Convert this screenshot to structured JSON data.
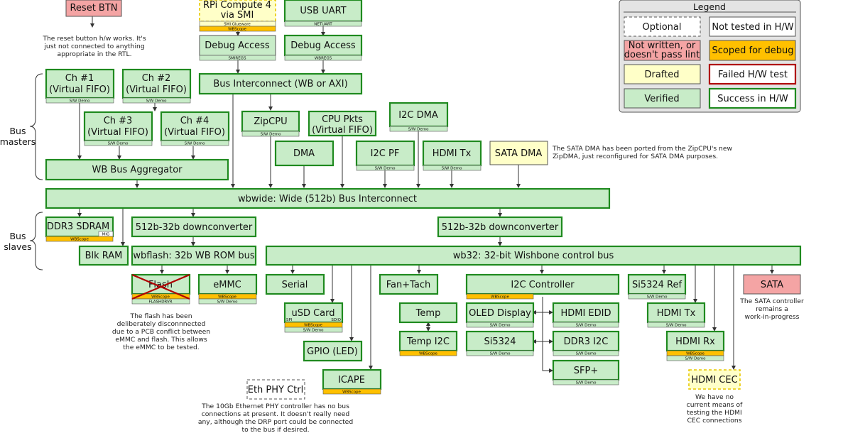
{
  "colors": {
    "verified_fill": "#c8ecc8",
    "verified_stroke": "#1f8a1f",
    "drafted_fill": "#ffffc8",
    "scoped_fill": "#ffc000",
    "notwritten_fill": "#f4a4a4",
    "failed_stroke": "#b00000",
    "legend_bg": "#e4e4e4"
  },
  "legend": {
    "title": "Legend",
    "optional": "Optional",
    "not_tested": "Not tested in H/W",
    "not_written_1": "Not written, or",
    "not_written_2": "doesn't pass lint",
    "scoped": "Scoped for debug",
    "drafted": "Drafted",
    "failed": "Failed H/W test",
    "verified": "Verified",
    "success": "Success in H/W"
  },
  "side_labels": {
    "bus": "Bus",
    "masters": "masters",
    "slaves": "slaves"
  },
  "tags": {
    "sw_demo": "S/W Demo",
    "wbscope": "WBScope",
    "smi_glueware": "SMI Glueware",
    "netuart": "NETUART",
    "smiregs": "SMIREGS",
    "wbregs": "WBREGS",
    "mig": "MIG",
    "flashdrvr": "FLASHDRVR",
    "spi": "SPI",
    "sdio": "SDIO"
  },
  "blocks": {
    "reset_btn": "Reset BTN",
    "rpi_1": "RPi Compute 4",
    "rpi_2": "via SMI",
    "usb_uart": "USB UART",
    "debug_access": "Debug Access",
    "bus_interconnect": "Bus Interconnect (WB or AXI)",
    "ch1": "Ch #1",
    "ch2": "Ch #2",
    "ch3": "Ch #3",
    "ch4": "Ch #4",
    "virtual_fifo": "(Virtual FIFO)",
    "zipcpu": "ZipCPU",
    "cpu_pkts": "CPU Pkts",
    "i2c_dma": "I2C DMA",
    "dma": "DMA",
    "i2c_pf": "I2C PF",
    "hdmi_tx": "HDMI Tx",
    "sata_dma": "SATA DMA",
    "wb_bus_aggregator": "WB Bus Aggregator",
    "wbwide": "wbwide: Wide (512b) Bus Interconnect",
    "ddr3_sdram": "DDR3 SDRAM",
    "downconverter": "512b-32b downconverter",
    "blk_ram": "Blk RAM",
    "wbflash": "wbflash: 32b WB ROM bus",
    "wb32": "wb32: 32-bit Wishbone control bus",
    "flash": "Flash",
    "emmc": "eMMC",
    "serial": "Serial",
    "usd_card": "uSD Card",
    "gpio": "GPIO (LED)",
    "icape": "ICAPE",
    "fan_tach": "Fan+Tach",
    "temp": "Temp",
    "temp_i2c": "Temp I2C",
    "i2c_controller": "I2C Controller",
    "oled_display": "OLED Display",
    "si5324": "Si5324",
    "hdmi_edid": "HDMI EDID",
    "ddr3_i2c": "DDR3 I2C",
    "sfp_plus": "SFP+",
    "si5324_ref": "Si5324 Ref",
    "hdmi_rx": "HDMI Rx",
    "hdmi_cec": "HDMI CEC",
    "sata": "SATA",
    "eth_phy_ctrl": "Eth PHY Ctrl"
  },
  "notes": {
    "reset": [
      "The reset button h/w works.  It's",
      "just not connected to anything",
      "appropriate in the RTL."
    ],
    "sata_dma": [
      "The SATA DMA has been ported from the ZipCPU's new",
      "ZipDMA, just reconfigured for SATA DMA purposes."
    ],
    "flash": [
      "The flash has been",
      "deliberately disconnnected",
      "due to a PCB conflict between",
      "eMMC and flash.  This allows",
      "the eMMC to be tested."
    ],
    "eth": [
      "The 10Gb Ethernet PHY controller has no bus",
      "connections at present.  It doesn't really need",
      "any, although the DRP port could be connected",
      "to the bus if desired."
    ],
    "sata": [
      "The SATA controller",
      "remains a",
      "work-in-progress"
    ],
    "cec": [
      "We have no",
      "current means of",
      "testing the HDMI",
      "CEC connections"
    ]
  }
}
